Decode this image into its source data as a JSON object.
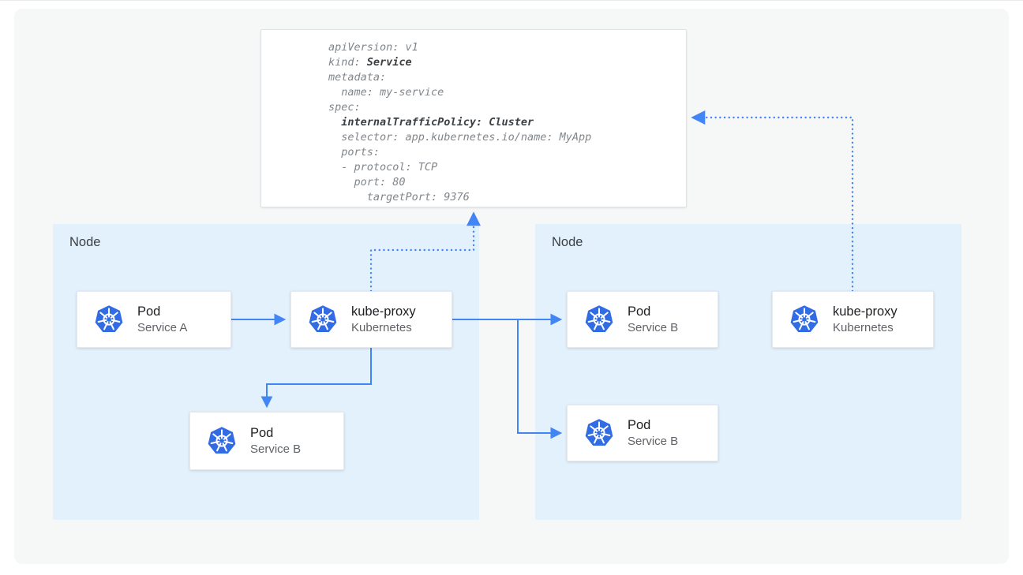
{
  "yaml": {
    "lines": [
      {
        "prefix": "apiVersion: v1",
        "bold": ""
      },
      {
        "prefix": "kind: ",
        "bold": "Service"
      },
      {
        "prefix": "metadata:",
        "bold": ""
      },
      {
        "prefix": "  name: my-service",
        "bold": ""
      },
      {
        "prefix": "spec:",
        "bold": ""
      },
      {
        "prefix": "  ",
        "bold": "internalTrafficPolicy: Cluster"
      },
      {
        "prefix": "  selector: app.kubernetes.io/name: MyApp",
        "bold": ""
      },
      {
        "prefix": "  ports:",
        "bold": ""
      },
      {
        "prefix": "  - protocol: TCP",
        "bold": ""
      },
      {
        "prefix": "    port: 80",
        "bold": ""
      },
      {
        "prefix": "      targetPort: 9376",
        "bold": ""
      }
    ]
  },
  "nodes": [
    {
      "label": "Node",
      "cards": [
        {
          "title": "Pod",
          "subtitle": "Service A",
          "icon": "kubernetes-icon"
        },
        {
          "title": "kube-proxy",
          "subtitle": "Kubernetes",
          "icon": "kubernetes-icon"
        },
        {
          "title": "Pod",
          "subtitle": "Service B",
          "icon": "kubernetes-icon"
        }
      ]
    },
    {
      "label": "Node",
      "cards": [
        {
          "title": "Pod",
          "subtitle": "Service B",
          "icon": "kubernetes-icon"
        },
        {
          "title": "Pod",
          "subtitle": "Service B",
          "icon": "kubernetes-icon"
        },
        {
          "title": "kube-proxy",
          "subtitle": "Kubernetes",
          "icon": "kubernetes-icon"
        }
      ]
    }
  ],
  "colors": {
    "arrow": "#4285f4",
    "node_bg": "#e3f1fd",
    "k8s_blue": "#326ce5",
    "panel_bg": "#f6f7f7",
    "yaml_text": "#80868b",
    "yaml_bold": "#3c4043"
  }
}
